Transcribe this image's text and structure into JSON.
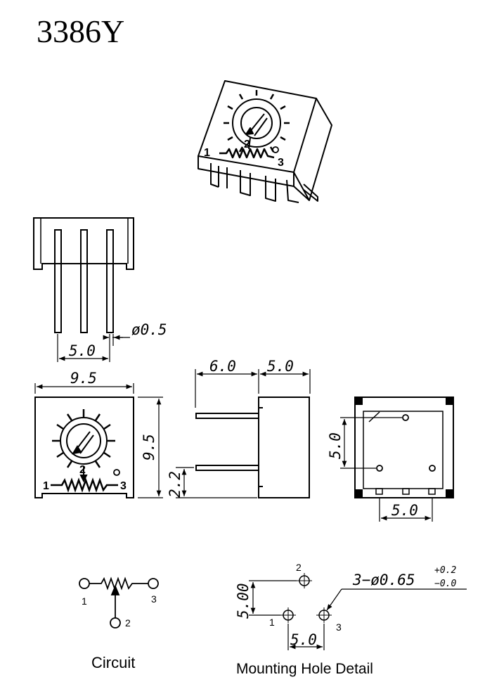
{
  "title": "3386Y",
  "top_pins": {
    "p1": "1",
    "p2": "2",
    "p3": "3"
  },
  "side_view": {
    "pitch": "5.0",
    "pin_dia": "ø0.5"
  },
  "front_view": {
    "width": "9.5",
    "height": "9.5",
    "pin1": "1",
    "pin2": "2",
    "pin3": "3"
  },
  "profile_view": {
    "leg_len": "6.0",
    "body_depth": "5.0",
    "offset": "2.2"
  },
  "bottom_view": {
    "vertical": "5.0",
    "horizontal": "5.0"
  },
  "circuit": {
    "caption": "Circuit",
    "pin1": "1",
    "pin2": "2",
    "pin3": "3"
  },
  "mounting": {
    "caption": "Mounting Hole Detail",
    "vertical": "5.00",
    "horizontal": "5.0",
    "hole_spec": "3−ø0.65",
    "tol_plus": "+0.2",
    "tol_minus": "−0.0",
    "pin1": "1",
    "pin2": "2",
    "pin3": "3"
  }
}
